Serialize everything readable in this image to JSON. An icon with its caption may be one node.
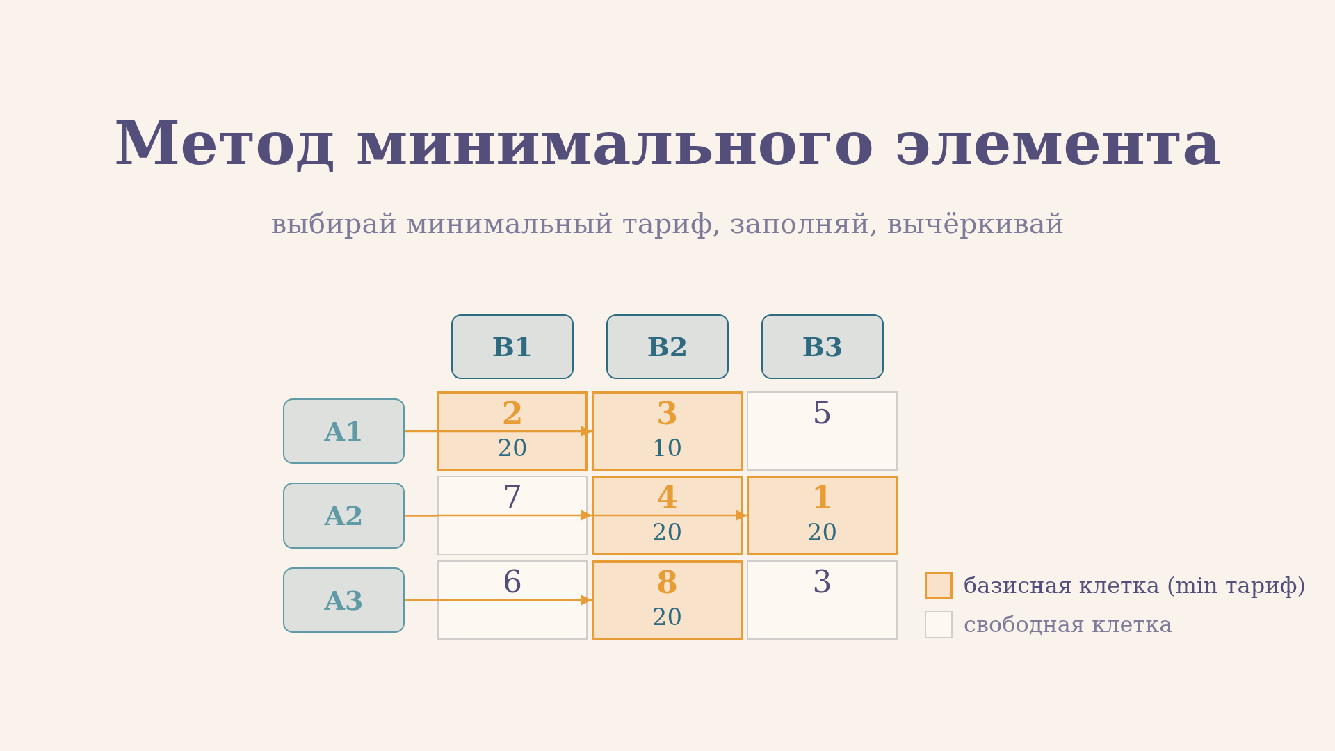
{
  "diagram": {
    "title": "Метод минимального элемента",
    "caption": "выбирай минимальный тариф, заполняй, вычёркивай",
    "nodes": [
      {
        "text": [
          "B1"
        ]
      },
      {
        "text": [
          "B2"
        ]
      },
      {
        "text": [
          "B3"
        ]
      },
      {
        "text": [
          "A1"
        ]
      },
      {
        "text": [
          "A2"
        ]
      },
      {
        "text": [
          "A3"
        ]
      },
      {
        "text": [
          "2",
          "20"
        ]
      },
      {
        "text": [
          "3",
          "10"
        ]
      },
      {
        "text": [
          "5"
        ]
      },
      {
        "text": [
          "7"
        ]
      },
      {
        "text": [
          "4",
          "20"
        ]
      },
      {
        "text": [
          "1",
          "20"
        ]
      },
      {
        "text": [
          "6"
        ]
      },
      {
        "text": [
          "8",
          "20"
        ]
      },
      {
        "text": [
          "3"
        ]
      }
    ],
    "edges": [
      {
        "from": 3,
        "to": 6,
        "arrow": "none"
      },
      {
        "from": 6,
        "to": 7,
        "arrow": "to"
      },
      {
        "from": 4,
        "to": 9,
        "arrow": "none"
      },
      {
        "from": 9,
        "to": 10,
        "arrow": "to"
      },
      {
        "from": 10,
        "to": 11,
        "arrow": "to"
      },
      {
        "from": 5,
        "to": 12,
        "arrow": "none"
      },
      {
        "from": 12,
        "to": 13,
        "arrow": "to"
      }
    ],
    "legend": [
      {
        "text": "базисная клетка (min тариф)",
        "color": "#f8e2c9"
      },
      {
        "text": "свободная клетка",
        "color": "#fdf8f2"
      }
    ]
  }
}
